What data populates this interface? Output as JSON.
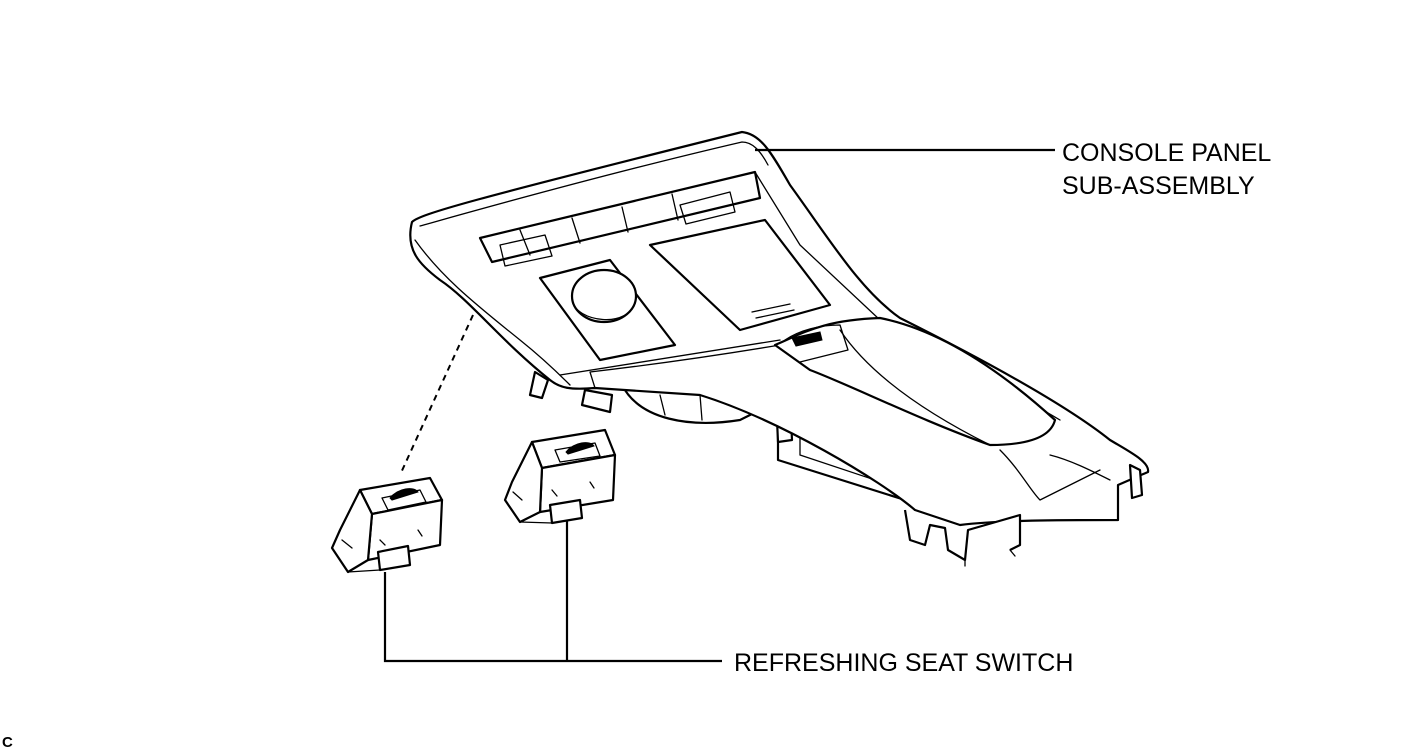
{
  "labels": {
    "console_line1": "CONSOLE PANEL",
    "console_line2": "SUB-ASSEMBLY",
    "switch": "REFRESHING SEAT SWITCH",
    "code": "C"
  },
  "colors": {
    "line": "#000000",
    "background": "#ffffff"
  }
}
